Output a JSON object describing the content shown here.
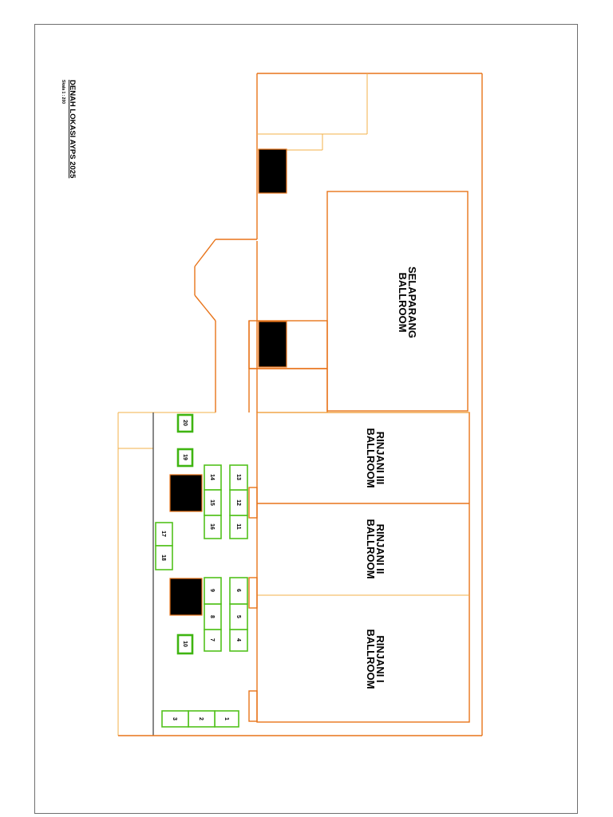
{
  "title": "DENAH LOKASI AYPS 2025",
  "scale": "Skala  1 : 200",
  "halls": {
    "selaparang": [
      "SELAPARANG",
      "BALLROOM"
    ],
    "rinjani_iii": [
      "RINJANI III",
      "BALLROOM"
    ],
    "rinjani_ii": [
      "RINJANI II",
      "BALLROOM"
    ],
    "rinjani_i": [
      "RINJANI I",
      "BALLROOM"
    ]
  },
  "booths": [
    "1",
    "2",
    "3",
    "4",
    "5",
    "6",
    "7",
    "8",
    "9",
    "10",
    "11",
    "12",
    "13",
    "14",
    "15",
    "16",
    "17",
    "18",
    "19",
    "20"
  ],
  "colors": {
    "walls": "#e8741a",
    "booth_outline": "#52c11c",
    "pillar": "#000000"
  }
}
